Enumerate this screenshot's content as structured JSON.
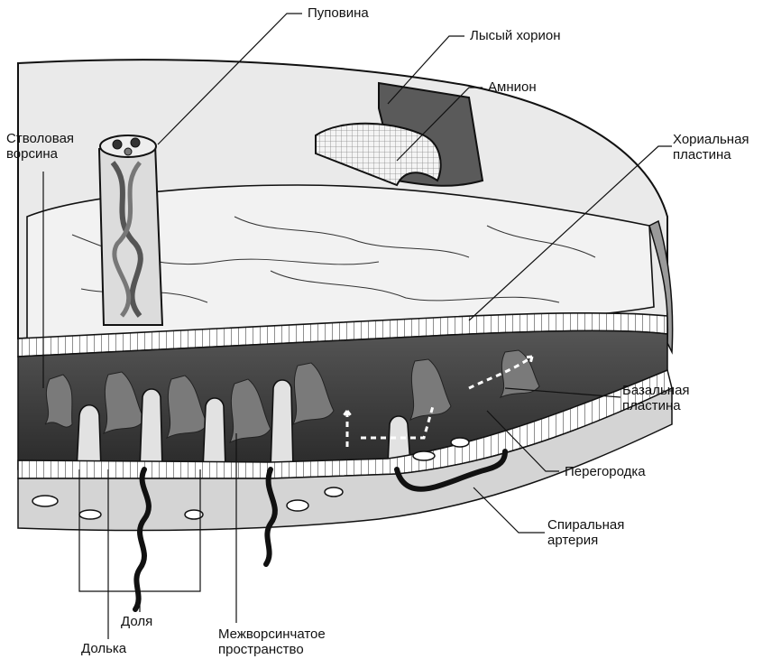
{
  "labels": {
    "umbilical_cord": "Пуповина",
    "bald_chorion": "Лысый хорион",
    "amnion": "Амнион",
    "stem_villus": [
      "Стволовая",
      "ворсина"
    ],
    "chorionic_plate": [
      "Хориальная",
      "пластина"
    ],
    "basal_plate": [
      "Базальная",
      "пластина"
    ],
    "septum": "Перегородка",
    "spiral_artery": [
      "Спиральная",
      "артерия"
    ],
    "lobe": "Доля",
    "lobule": "Долька",
    "intervillous_space": [
      "Межворсинчатое",
      "пространство"
    ]
  },
  "colors": {
    "ink": "#111111",
    "fetal_surface": "#e6e6e6",
    "chorionic_band": "#d6d6d6",
    "intervillous_dark": "#3b3b3b",
    "bald_chorion_fill": "#5a5a5a",
    "basal_layer": "#cfcfcf",
    "flow_arrow": "#ffffff"
  }
}
